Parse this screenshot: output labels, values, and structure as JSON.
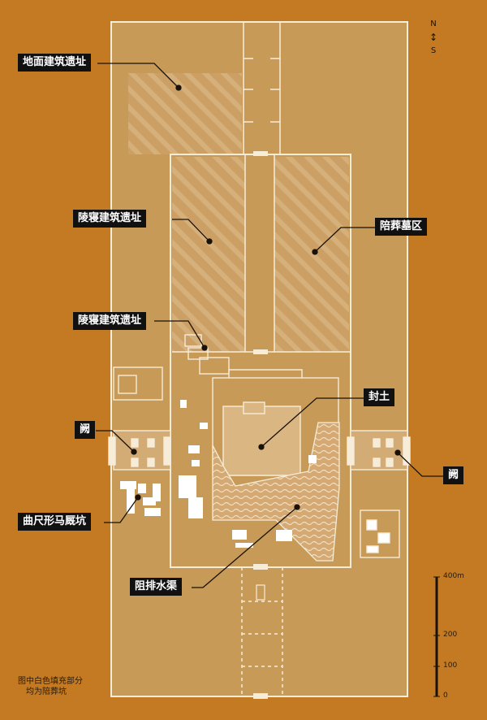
{
  "labels": {
    "ground_building": "地面建筑遗址",
    "tomb_building_1": "陵寝建筑遗址",
    "tomb_building_2": "陵寝建筑遗址",
    "burial_area": "陪葬墓区",
    "mound": "封土",
    "que_left": "阙",
    "que_right": "阙",
    "stable_pit": "曲尺形马厩坑",
    "drain": "阻排水渠"
  },
  "compass": {
    "north": "N",
    "south": "S"
  },
  "scale": {
    "ticks": [
      "400m",
      "200",
      "100",
      "0"
    ]
  },
  "note": [
    "图中白色填充部分",
    "均为陪葬坑"
  ],
  "colors": {
    "background": "#c47a22",
    "site": "#c79a58",
    "lines": "#f6ecd8",
    "label_bg": "#111111"
  }
}
